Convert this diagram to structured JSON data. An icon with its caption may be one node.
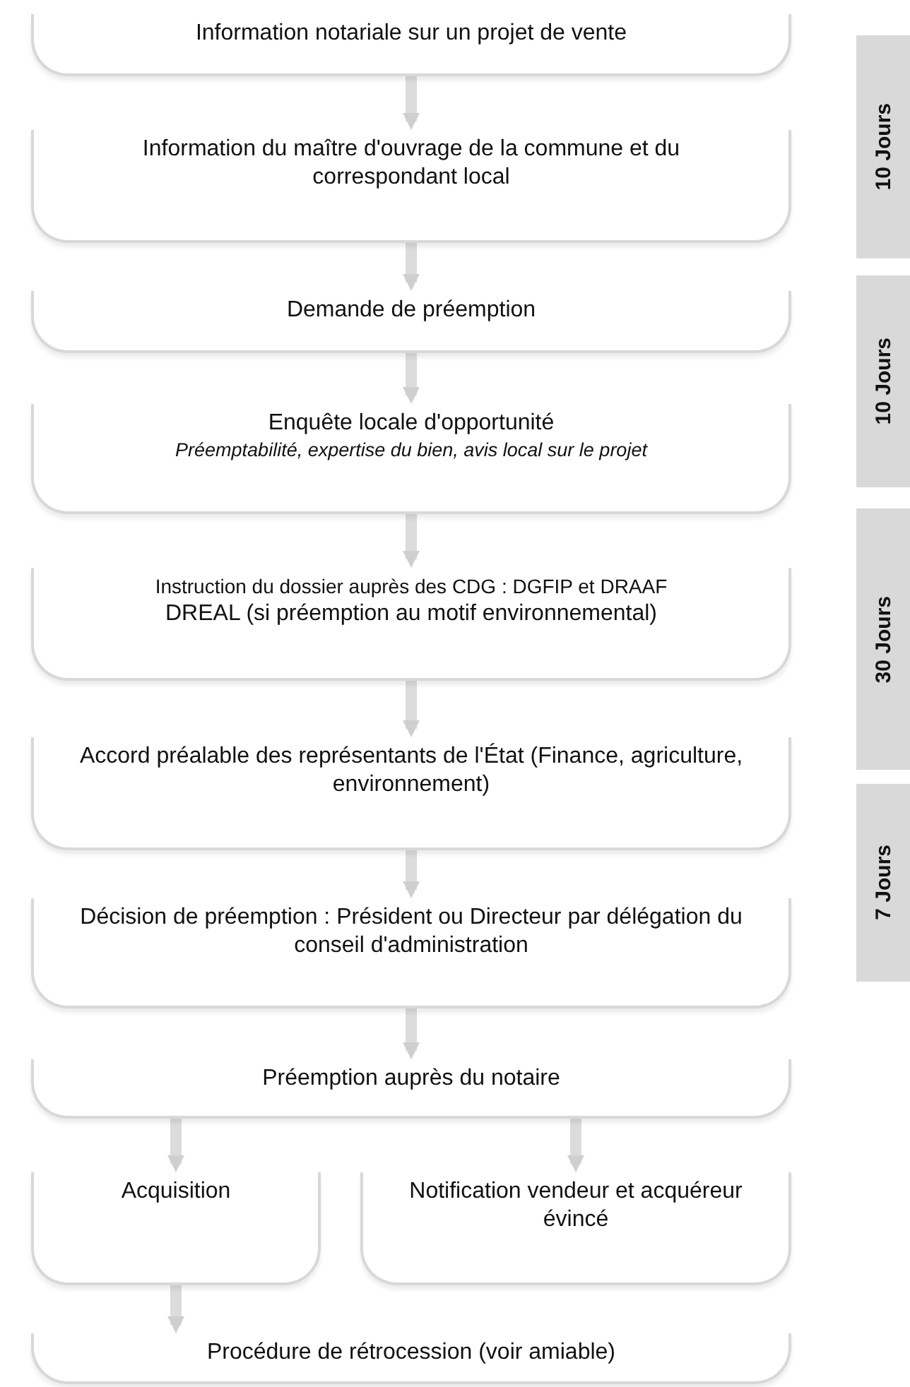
{
  "diagram": {
    "nodes": [
      {
        "text": [
          "Information notariale sur un projet de vente"
        ]
      },
      {
        "text": [
          "Information du maître d'ouvrage de la commune et du correspondant local"
        ]
      },
      {
        "text": [
          "Demande de préemption"
        ]
      },
      {
        "text": [
          "Enquête locale d'opportunité",
          "Préemptabilité, expertise du bien, avis local sur le projet"
        ]
      },
      {
        "text": [
          "Instruction du dossier auprès des CDG : DGFIP et DRAAF",
          "DREAL (si préemption au motif environnemental)"
        ]
      },
      {
        "text": [
          "Accord préalable des représentants de l'État (Finance, agriculture, environnement)"
        ]
      },
      {
        "text": [
          "Décision de préemption : Président ou Directeur par délégation du conseil d'administration"
        ]
      },
      {
        "text": [
          "Préemption auprès du notaire"
        ]
      },
      {
        "text": [
          "Acquisition"
        ]
      },
      {
        "text": [
          "Notification vendeur et acquéreur évincé"
        ]
      },
      {
        "text": [
          "Procédure de rétrocession (voir amiable)"
        ]
      },
      {
        "text": [
          "10 Jours"
        ]
      },
      {
        "text": [
          "10 Jours"
        ]
      },
      {
        "text": [
          "30 Jours"
        ]
      },
      {
        "text": [
          "7 Jours"
        ]
      }
    ],
    "edges": [
      {
        "from": 0,
        "to": 1,
        "arrow": "to"
      },
      {
        "from": 1,
        "to": 2,
        "arrow": "to"
      },
      {
        "from": 2,
        "to": 3,
        "arrow": "to"
      },
      {
        "from": 3,
        "to": 4,
        "arrow": "to"
      },
      {
        "from": 4,
        "to": 5,
        "arrow": "to"
      },
      {
        "from": 5,
        "to": 6,
        "arrow": "to"
      },
      {
        "from": 6,
        "to": 7,
        "arrow": "to"
      },
      {
        "from": 7,
        "to": 8,
        "arrow": "to"
      },
      {
        "from": 7,
        "to": 9,
        "arrow": "to"
      },
      {
        "from": 8,
        "to": 10,
        "arrow": "to"
      }
    ]
  }
}
